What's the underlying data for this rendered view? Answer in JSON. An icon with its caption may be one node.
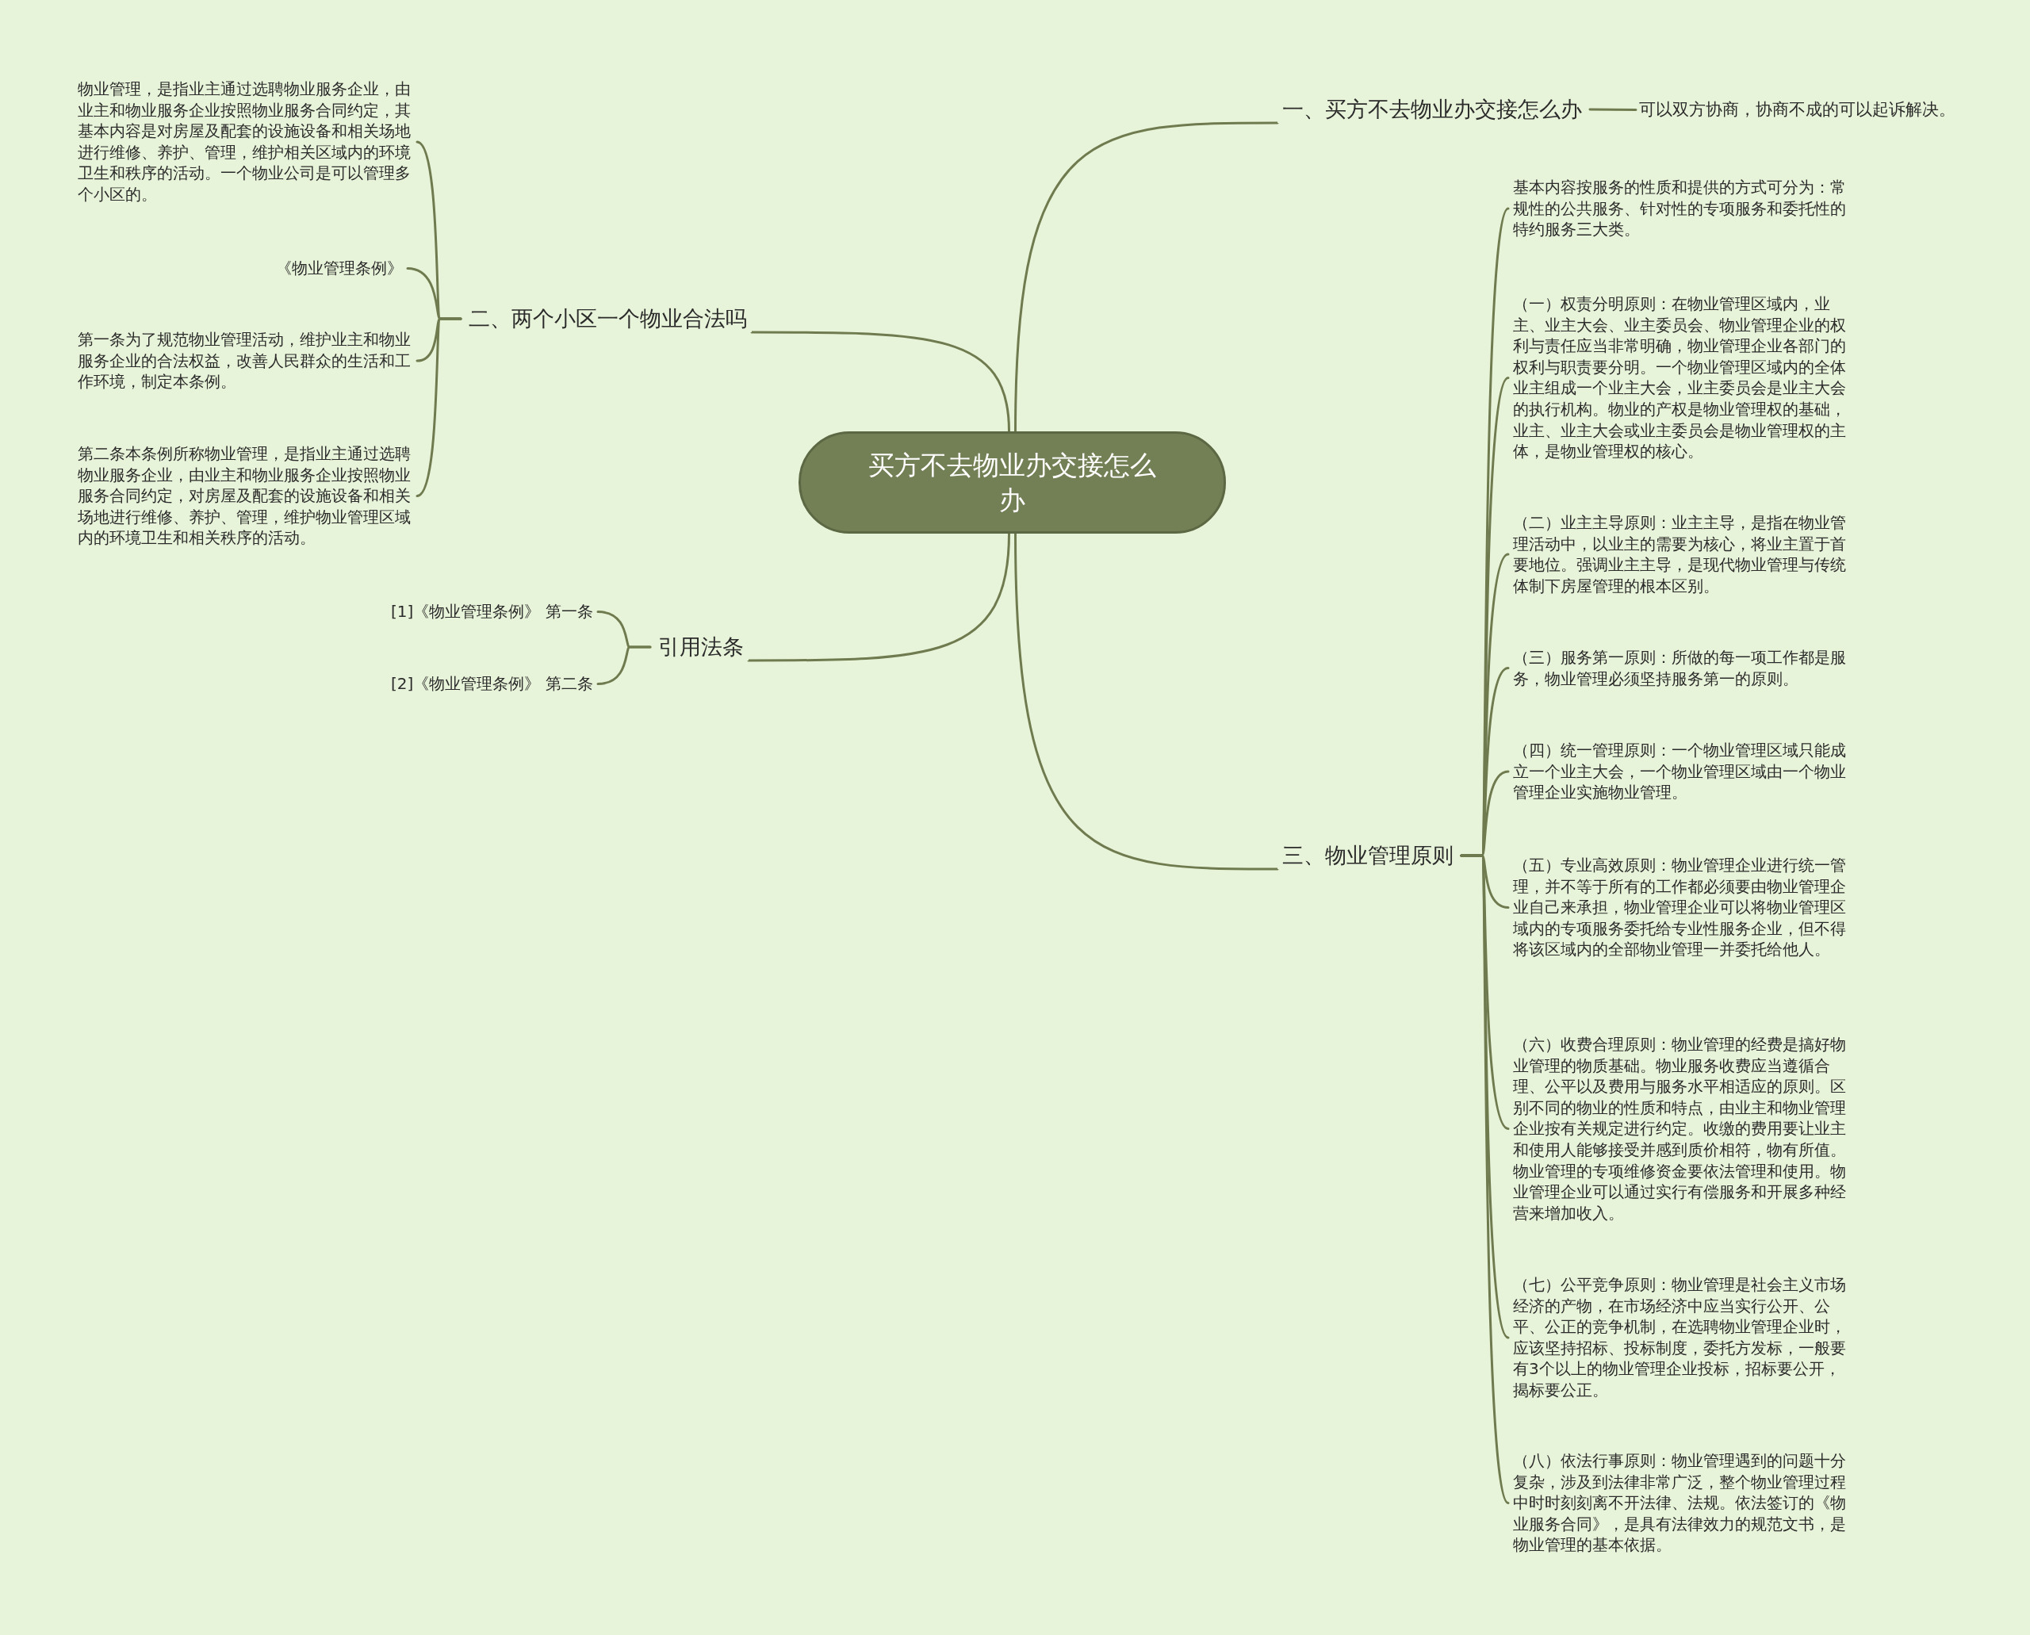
{
  "diagram": {
    "nodes": [
      {
        "text": [
          "买方不去物业办交接怎么办"
        ]
      },
      {
        "text": [
          "一、买方不去物业办交接怎么办"
        ]
      },
      {
        "text": [
          "可以双方协商，协商不成的可以起诉解决。"
        ]
      },
      {
        "text": [
          "二、两个小区一个物业合法吗"
        ]
      },
      {
        "text": [
          "物业管理，是指业主通过选聘物业服务企业，由业主和物业服务企业按照物业服务合同约定，其基本内容是对房屋及配套的设施设备和相关场地进行维修、养护、管理，维护相关区域内的环境卫生和秩序的活动。一个物业公司是可以管理多个小区的。"
        ]
      },
      {
        "text": [
          "《物业管理条例》"
        ]
      },
      {
        "text": [
          "第一条为了规范物业管理活动，维护业主和物业服务企业的合法权益，改善人民群众的生活和工作环境，制定本条例。"
        ]
      },
      {
        "text": [
          "第二条本条例所称物业管理，是指业主通过选聘物业服务企业，由业主和物业服务企业按照物业服务合同约定，对房屋及配套的设施设备和相关场地进行维修、养护、管理，维护物业管理区域内的环境卫生和相关秩序的活动。"
        ]
      },
      {
        "text": [
          "引用法条"
        ]
      },
      {
        "text": [
          "[1]《物业管理条例》 第一条"
        ]
      },
      {
        "text": [
          "[2]《物业管理条例》 第二条"
        ]
      },
      {
        "text": [
          "三、物业管理原则"
        ]
      },
      {
        "text": [
          "基本内容按服务的性质和提供的方式可分为：常规性的公共服务、针对性的专项服务和委托性的特约服务三大类。"
        ]
      },
      {
        "text": [
          "（一）权责分明原则：在物业管理区域内，业主、业主大会、业主委员会、物业管理企业的权利与责任应当非常明确，物业管理企业各部门的权利与职责要分明。一个物业管理区域内的全体业主组成一个业主大会，业主委员会是业主大会的执行机构。物业的产权是物业管理权的基础，业主、业主大会或业主委员会是物业管理权的主体，是物业管理权的核心。"
        ]
      },
      {
        "text": [
          "（二）业主主导原则：业主主导，是指在物业管理活动中，以业主的需要为核心，将业主置于首要地位。强调业主主导，是现代物业管理与传统体制下房屋管理的根本区别。"
        ]
      },
      {
        "text": [
          "（三）服务第一原则：所做的每一项工作都是服务，物业管理必须坚持服务第一的原则。"
        ]
      },
      {
        "text": [
          "（四）统一管理原则：一个物业管理区域只能成立一个业主大会，一个物业管理区域由一个物业管理企业实施物业管理。"
        ]
      },
      {
        "text": [
          "（五）专业高效原则：物业管理企业进行统一管理，并不等于所有的工作都必须要由物业管理企业自己来承担，物业管理企业可以将物业管理区域内的专项服务委托给专业性服务企业，但不得将该区域内的全部物业管理一并委托给他人。"
        ]
      },
      {
        "text": [
          "（六）收费合理原则：物业管理的经费是搞好物业管理的物质基础。物业服务收费应当遵循合理、公平以及费用与服务水平相适应的原则。区别不同的物业的性质和特点，由业主和物业管理企业按有关规定进行约定。收缴的费用要让业主和使用人能够接受并感到质价相符，物有所值。物业管理的专项维修资金要依法管理和使用。物业管理企业可以通过实行有偿服务和开展多种经营来增加收入。"
        ]
      },
      {
        "text": [
          "（七）公平竞争原则：物业管理是社会主义市场经济的产物，在市场经济中应当实行公开、公平、公正的竞争机制，在选聘物业管理企业时，应该坚持招标、投标制度，委托方发标，一般要有3个以上的物业管理企业投标，招标要公开，揭标要公正。"
        ]
      },
      {
        "text": [
          "（八）依法行事原则：物业管理遇到的问题十分复杂，涉及到法律非常广泛，整个物业管理过程中时时刻刻离不开法律、法规。依法签订的《物业服务合同》，是具有法律效力的规范文书，是物业管理的基本依据。"
        ]
      }
    ],
    "edges": [
      {
        "from": 0,
        "to": 1,
        "arrow": "none"
      },
      {
        "from": 1,
        "to": 2,
        "arrow": "none"
      },
      {
        "from": 0,
        "to": 3,
        "arrow": "none"
      },
      {
        "from": 3,
        "to": 4,
        "arrow": "none"
      },
      {
        "from": 3,
        "to": 5,
        "arrow": "none"
      },
      {
        "from": 3,
        "to": 6,
        "arrow": "none"
      },
      {
        "from": 3,
        "to": 7,
        "arrow": "none"
      },
      {
        "from": 0,
        "to": 8,
        "arrow": "none"
      },
      {
        "from": 8,
        "to": 9,
        "arrow": "none"
      },
      {
        "from": 8,
        "to": 10,
        "arrow": "none"
      },
      {
        "from": 0,
        "to": 11,
        "arrow": "none"
      },
      {
        "from": 11,
        "to": 12,
        "arrow": "none"
      },
      {
        "from": 11,
        "to": 13,
        "arrow": "none"
      },
      {
        "from": 11,
        "to": 14,
        "arrow": "none"
      },
      {
        "from": 11,
        "to": 15,
        "arrow": "none"
      },
      {
        "from": 11,
        "to": 16,
        "arrow": "none"
      },
      {
        "from": 11,
        "to": 17,
        "arrow": "none"
      },
      {
        "from": 11,
        "to": 18,
        "arrow": "none"
      },
      {
        "from": 11,
        "to": 19,
        "arrow": "none"
      },
      {
        "from": 11,
        "to": 20,
        "arrow": "none"
      }
    ]
  }
}
